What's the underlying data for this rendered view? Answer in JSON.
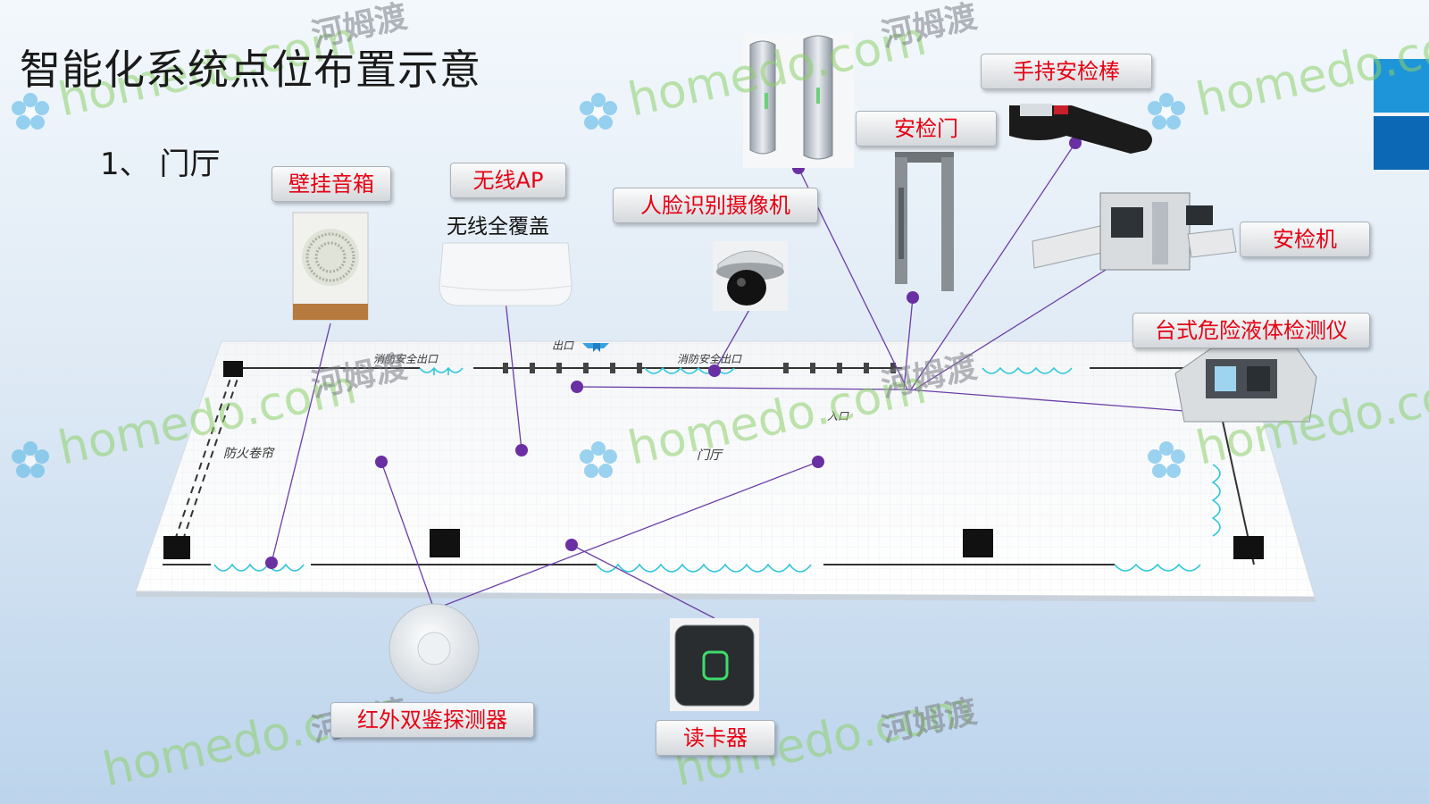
{
  "title": "智能化系统点位布置示意",
  "subtitle": "1、 门厅",
  "coverage_note": "无线全覆盖",
  "labels": {
    "speaker": "壁挂音箱",
    "wireless_ap": "无线AP",
    "face_camera": "人脸识别摄像机",
    "security_door": "安检门",
    "handheld_detector": "手持安检棒",
    "xray_machine": "安检机",
    "liquid_detector": "台式危险液体检测仪",
    "infrared_detector": "红外双鉴探测器",
    "card_reader": "读卡器"
  },
  "plan_text": {
    "exit_left": "消防安全出口",
    "exit_mid": "出口",
    "exit_right": "消防安全出口",
    "shutter": "防火卷帘",
    "hall": "门厅",
    "entrance": "入口"
  },
  "watermark": {
    "latin": "homedo.com",
    "cjk": "河姆渡"
  },
  "colors": {
    "label_text": "#e60012",
    "marker": "#6a2fa3",
    "leader": "#6b3ea8",
    "glass": "#2fc7d8",
    "side_tab_top": "#1e95d8",
    "side_tab_bottom": "#0c67b4"
  }
}
